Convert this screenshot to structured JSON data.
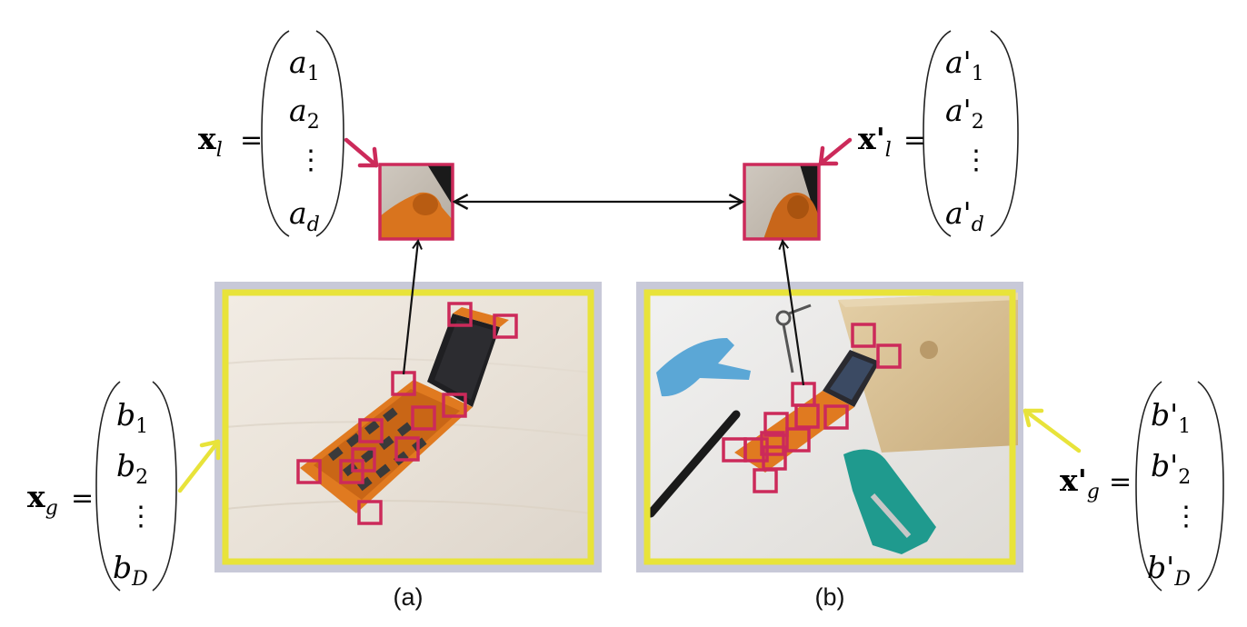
{
  "panels": [
    {
      "caption": "(a)",
      "local_vector": {
        "name": "x",
        "subscript": "l",
        "prime": "",
        "entries": [
          {
            "base": "a",
            "sub": "1"
          },
          {
            "base": "a",
            "sub": "2"
          },
          {
            "base": "a",
            "sub": "d"
          }
        ]
      },
      "global_vector": {
        "name": "x",
        "subscript": "g",
        "prime": "",
        "entries": [
          {
            "base": "b",
            "sub": "1"
          },
          {
            "base": "b",
            "sub": "2"
          },
          {
            "base": "b",
            "sub": "D"
          }
        ]
      }
    },
    {
      "caption": "(b)",
      "local_vector": {
        "name": "x",
        "subscript": "l",
        "prime": "'",
        "entries": [
          {
            "base": "a'",
            "sub": "1"
          },
          {
            "base": "a'",
            "sub": "2"
          },
          {
            "base": "a'",
            "sub": "d"
          }
        ]
      },
      "global_vector": {
        "name": "x",
        "subscript": "g",
        "prime": "'",
        "entries": [
          {
            "base": "b'",
            "sub": "1"
          },
          {
            "base": "b'",
            "sub": "2"
          },
          {
            "base": "b'",
            "sub": "D"
          }
        ]
      }
    }
  ],
  "symbols": {
    "equals": "=",
    "vdots": "⋮"
  },
  "colors": {
    "keypoint_box": "#cc2a5a",
    "global_frame": "#e8e33a",
    "connector": "#111111"
  },
  "images": [
    {
      "icon": "flip-phone-photo"
    },
    {
      "icon": "desk-objects-photo"
    }
  ]
}
